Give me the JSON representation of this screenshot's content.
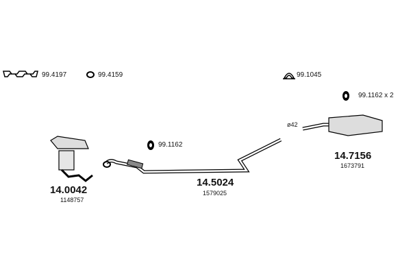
{
  "accessories": [
    {
      "code": "99.4197",
      "icon": "manifold-gasket-icon"
    },
    {
      "code": "99.4159",
      "icon": "ring-gasket-icon"
    },
    {
      "code": "99.1045",
      "icon": "clamp-icon"
    },
    {
      "code": "99.1162 x 2",
      "icon": "rubber-hanger-icon"
    },
    {
      "code": "99.1162",
      "icon": "rubber-hanger-icon"
    }
  ],
  "parts": [
    {
      "code": "14.0042",
      "ref": "1148757"
    },
    {
      "code": "14.5024",
      "ref": "1579025"
    },
    {
      "code": "14.7156",
      "ref": "1673791"
    }
  ],
  "diameter": "ø42"
}
